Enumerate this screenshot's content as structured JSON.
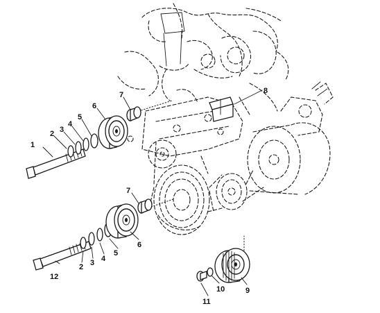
{
  "callouts": {
    "c1": "1",
    "c2a": "2",
    "c3a": "3",
    "c4a": "4",
    "c5a": "5",
    "c6a": "6",
    "c7a": "7",
    "c8": "8",
    "c7b": "7",
    "c6b": "6",
    "c5b": "5",
    "c4b": "4",
    "c3b": "3",
    "c2b": "2",
    "c12": "12",
    "c9": "9",
    "c10": "10",
    "c11": "11"
  }
}
